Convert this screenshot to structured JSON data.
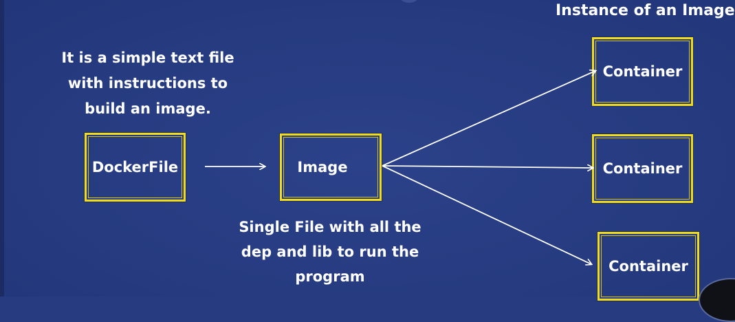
{
  "header": {
    "instance_label": "Instance of an Image"
  },
  "dockerfile_description": {
    "lines": [
      "It is a simple text file",
      "with instructions to",
      "build an image."
    ]
  },
  "image_description": {
    "lines": [
      "Single File with all the",
      "dep and lib to run the",
      "program"
    ]
  },
  "nodes": {
    "dockerfile": "DockerFile",
    "image": "Image",
    "containers": [
      "Container",
      "Container",
      "Container"
    ]
  },
  "colors": {
    "background": "#263b80",
    "box_border": "#f2dc1a",
    "text": "#ffffff",
    "arrow": "#ffffff"
  }
}
